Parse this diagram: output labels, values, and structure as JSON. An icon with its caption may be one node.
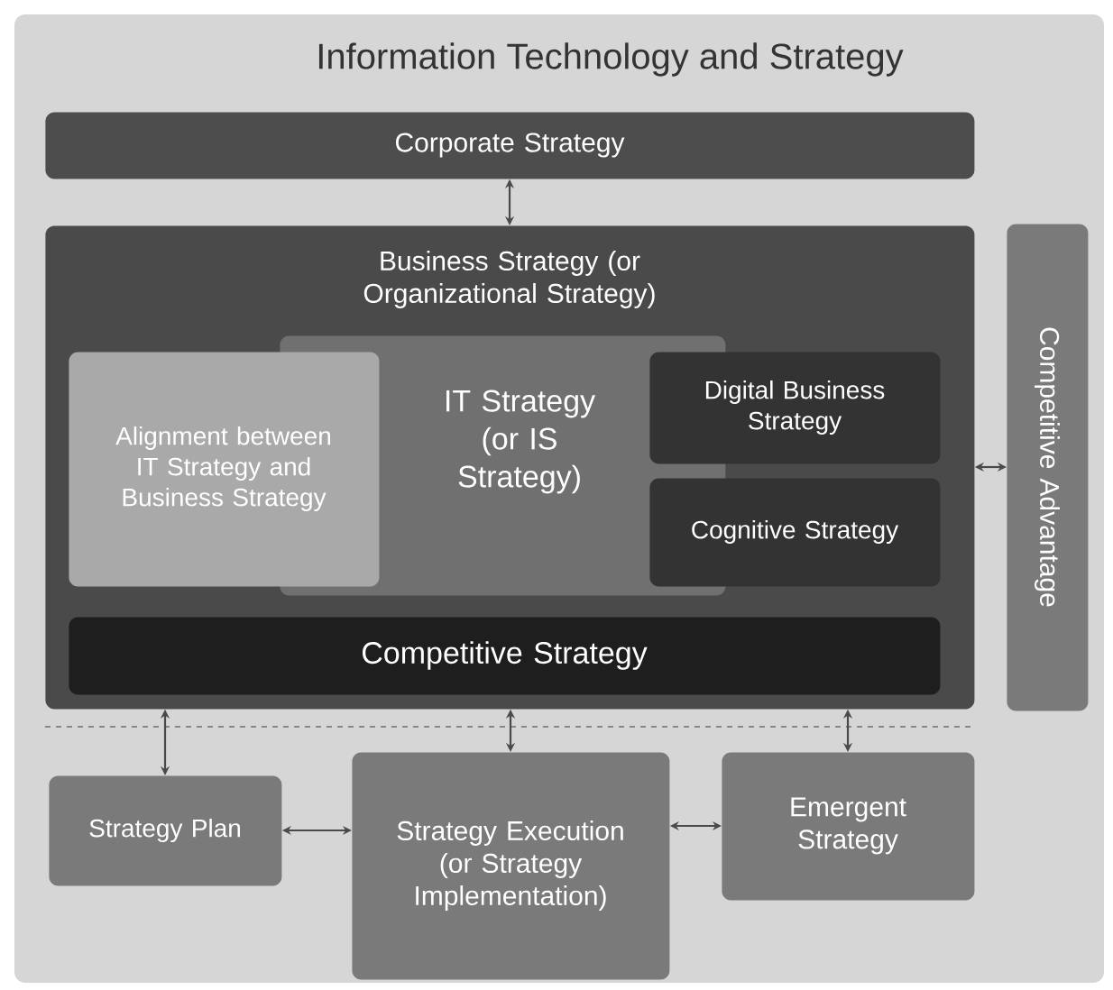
{
  "diagram": {
    "title": "Information Technology and Strategy",
    "nodes": [
      {
        "text": [
          "Corporate Strategy"
        ]
      },
      {
        "text": [
          "Business Strategy (or Organizational Strategy)"
        ]
      },
      {
        "text": [
          "IT Strategy (or IS Strategy)"
        ],
        "in": 1
      },
      {
        "text": [
          "Alignment between IT Strategy and Business Strategy"
        ],
        "in": 1
      },
      {
        "text": [
          "Digital Business Strategy"
        ],
        "in": 1
      },
      {
        "text": [
          "Cognitive Strategy"
        ],
        "in": 1
      },
      {
        "text": [
          "Competitive Strategy"
        ],
        "in": 1
      },
      {
        "text": [
          "Competitive Advantage"
        ]
      },
      {
        "text": [
          "Strategy Plan"
        ]
      },
      {
        "text": [
          "Strategy Execution (or Strategy Implementation)"
        ]
      },
      {
        "text": [
          "Emergent Strategy"
        ]
      }
    ],
    "edges": [
      {
        "from": 0,
        "to": 1,
        "arrow": "both"
      },
      {
        "from": 1,
        "to": 7,
        "arrow": "both"
      },
      {
        "from": 1,
        "to": 8,
        "arrow": "both"
      },
      {
        "from": 1,
        "to": 9,
        "arrow": "both"
      },
      {
        "from": 1,
        "to": 10,
        "arrow": "both"
      },
      {
        "from": 8,
        "to": 9,
        "arrow": "both"
      },
      {
        "from": 9,
        "to": 10,
        "arrow": "both"
      }
    ]
  }
}
